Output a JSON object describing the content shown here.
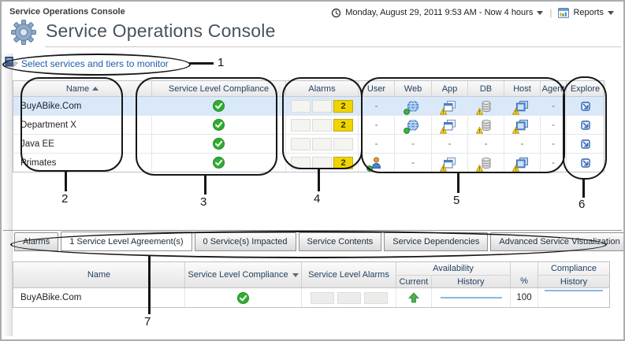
{
  "header": {
    "breadcrumb": "Service Operations Console",
    "title": "Service Operations Console",
    "time_range": "Monday, August 29, 2011 9:53 AM - Now 4 hours",
    "reports_label": "Reports"
  },
  "toolbar": {
    "select_services_link": "Select services and tiers to monitor"
  },
  "icons": {
    "title": "gear-icon",
    "time_range": "clock-icon",
    "reports": "report-chart-icon",
    "select_services": "panel-list-icon",
    "compliance_ok": "green-check-circle-icon",
    "web": "globe-icon",
    "user": "person-icon",
    "app": "application-window-icon",
    "db": "database-cylinder-icon",
    "host": "host-windows-icon",
    "status_ok": "green-status-dot",
    "warning": "yellow-warning-triangle-icon",
    "explore": "drill-down-arrow-icon",
    "availability_up": "green-up-arrow-icon",
    "history": "blue-sparkline"
  },
  "main_table": {
    "columns": [
      "Name",
      "Service Level Compliance",
      "Alarms",
      "User",
      "Web",
      "App",
      "DB",
      "Host",
      "Agent",
      "Explore"
    ],
    "sort": {
      "column": "Name",
      "direction": "asc"
    },
    "rows": [
      {
        "name": "BuyABike.Com",
        "selected": true,
        "compliance": "ok",
        "alarms": [
          "",
          "",
          "2"
        ],
        "user": "-",
        "web": "web-ok",
        "app": "app-warning",
        "db": "db-warning",
        "host": "host-warning",
        "agent": "-",
        "explore": "explore"
      },
      {
        "name": "Department X",
        "selected": false,
        "compliance": "ok",
        "alarms": [
          "",
          "",
          "2"
        ],
        "user": "-",
        "web": "web-ok",
        "app": "app-warning",
        "db": "db-warning",
        "host": "host-warning",
        "agent": "-",
        "explore": "explore"
      },
      {
        "name": "Java EE",
        "selected": false,
        "compliance": "ok",
        "alarms": [
          "",
          "",
          ""
        ],
        "user": "-",
        "web": "-",
        "app": "-",
        "db": "-",
        "host": "-",
        "agent": "-",
        "explore": "explore"
      },
      {
        "name": "Primates",
        "selected": false,
        "compliance": "ok",
        "alarms": [
          "",
          "",
          "2"
        ],
        "user": "user-ok",
        "web": "-",
        "app": "app-warning",
        "db": "db-warning",
        "host": "host-warning",
        "agent": "-",
        "explore": "explore"
      }
    ]
  },
  "tabs": [
    {
      "label": "Alarms",
      "active": false
    },
    {
      "label": "1 Service Level Agreement(s)",
      "active": true
    },
    {
      "label": "0 Service(s) Impacted",
      "active": false
    },
    {
      "label": "Service Contents",
      "active": false
    },
    {
      "label": "Service Dependencies",
      "active": false
    },
    {
      "label": "Advanced Service Visualization",
      "active": false
    }
  ],
  "sla_table": {
    "headers": {
      "name": "Name",
      "service_level_compliance": "Service Level Compliance",
      "service_level_alarms": "Service Level Alarms",
      "availability": "Availability",
      "current": "Current",
      "history": "History",
      "percent": "%",
      "compliance": "Compliance",
      "compliance_history": "History"
    },
    "sort": {
      "column": "Service Level Compliance",
      "direction": "desc"
    },
    "rows": [
      {
        "name": "BuyABike.Com",
        "compliance": "ok",
        "alarms": [
          "",
          "",
          ""
        ],
        "current": "up",
        "history": "sparkline",
        "percent": "100",
        "compliance_history": "sparkline"
      }
    ]
  },
  "callouts": [
    {
      "label": "1"
    },
    {
      "label": "2"
    },
    {
      "label": "3"
    },
    {
      "label": "4"
    },
    {
      "label": "5"
    },
    {
      "label": "6"
    },
    {
      "label": "7"
    }
  ],
  "colors": {
    "alarm_yellow": "#f0d400",
    "compliance_green": "#31ad31",
    "link_blue": "#1c5da8",
    "selected_row": "#d9e9fa",
    "annotation": "#161616"
  }
}
